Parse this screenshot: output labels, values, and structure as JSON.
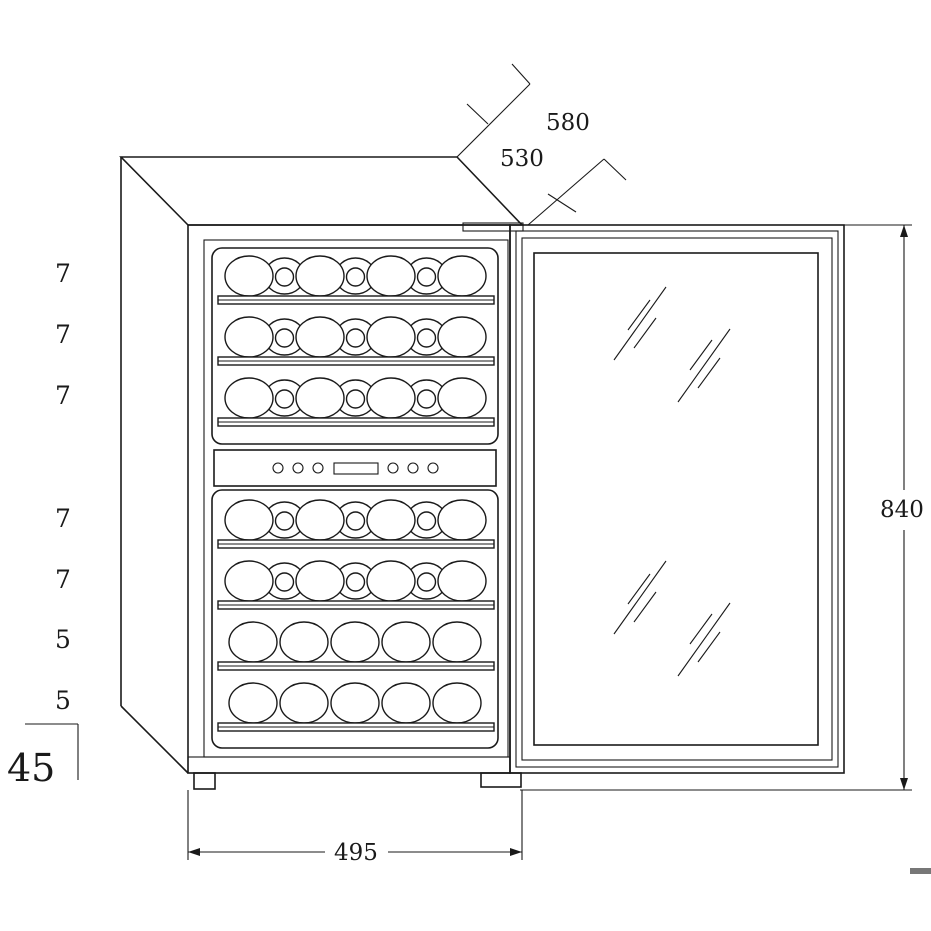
{
  "dimensions": {
    "depth_total": "580",
    "depth_cabinet": "530",
    "height": "840",
    "width": "495"
  },
  "shelf_counts": [
    "7",
    "7",
    "7",
    "7",
    "7",
    "5",
    "5"
  ],
  "total_bottles": "45"
}
